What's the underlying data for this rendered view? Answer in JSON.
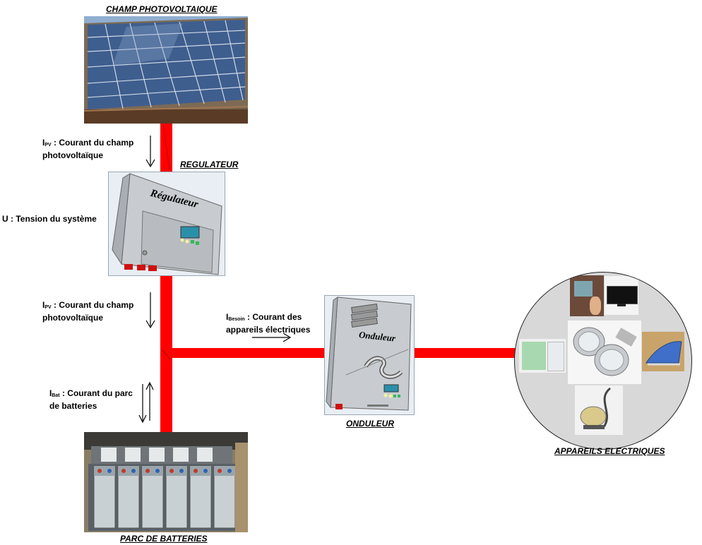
{
  "titles": {
    "pv_field": "CHAMP PHOTOVOLTAIQUE",
    "regulator": "REGULATEUR",
    "inverter": "ONDULEUR",
    "battery_bank": "PARC DE BATTERIES",
    "appliances": "APPAREILS ELECTRIQUES"
  },
  "labels": {
    "ipv_top": {
      "symbol": "I",
      "sub": "PV",
      "text": " : Courant du champ photovoltaïque"
    },
    "voltage": "U : Tension du système",
    "ipv_bottom": {
      "symbol": "I",
      "sub": "PV",
      "text": " : Courant du champ photovoltaïque"
    },
    "ibesoin": {
      "symbol": "I",
      "sub": "Besoin",
      "text": " : Courant des appareils électriques"
    },
    "ibat": {
      "symbol": "I",
      "sub": "Bat",
      "text": " : Courant du parc de batteries"
    }
  },
  "devices": {
    "regulator_text": "Régulateur",
    "inverter_text": "Onduleur"
  },
  "colors": {
    "wire": "#ff0000",
    "device_body": "#c8ccd0",
    "screen": "#2a8fa8"
  }
}
